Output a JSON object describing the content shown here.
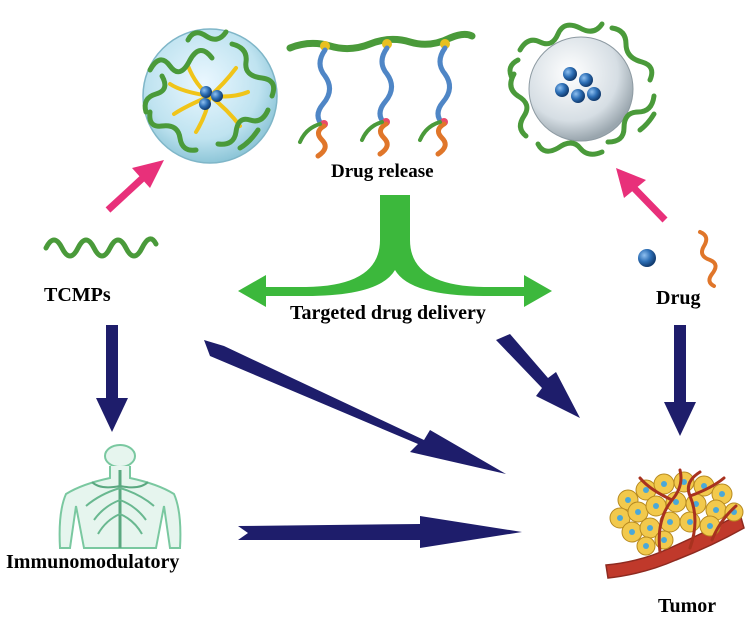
{
  "labels": {
    "drug_release": "Drug release",
    "tcmps": "TCMPs",
    "targeted_delivery": "Targeted drug delivery",
    "drug": "Drug",
    "immunomodulatory": "Immunomodulatory",
    "tumor": "Tumor"
  },
  "colors": {
    "navy_arrow": "#1e1d6b",
    "pink_arrow": "#e8307a",
    "green_arrow": "#3cb83c",
    "polymer_green": "#4a9a3a",
    "chain_blue": "#4f86c6",
    "chain_orange": "#e0762a",
    "chain_yellow": "#e8c020",
    "drug_sphere": "#1f5fa6",
    "tumor_cell": "#f2c94c",
    "vessel": "#c0392b",
    "body_outline": "#7ac8a0"
  },
  "icons": [
    "micelle-icon",
    "polymer-drug-conjugate-icon",
    "nanocapsule-icon",
    "polymer-chain-icon",
    "drug-molecule-icon",
    "human-body-icon",
    "tumor-tissue-icon"
  ]
}
